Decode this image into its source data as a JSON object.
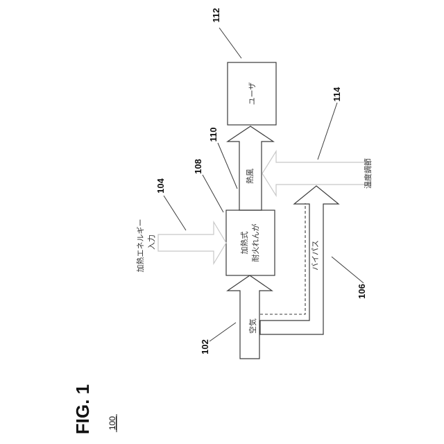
{
  "figure": {
    "title": "FIG. 1",
    "number": "100"
  },
  "labels": {
    "air": "空気",
    "heater_line1": "加熱式",
    "heater_line2": "耐火れんが",
    "hot_air": "熱風",
    "user": "ユーザ",
    "bypass": "バイパス",
    "energy_line1": "加熱エネルギー",
    "energy_line2": "入力",
    "temp_control": "温度調節"
  },
  "refs": {
    "r102": "102",
    "r104": "104",
    "r106": "106",
    "r108": "108",
    "r110": "110",
    "r112": "112",
    "r114": "114"
  },
  "colors": {
    "line": "#3a3a3a",
    "fade": "#c8c8c8"
  }
}
